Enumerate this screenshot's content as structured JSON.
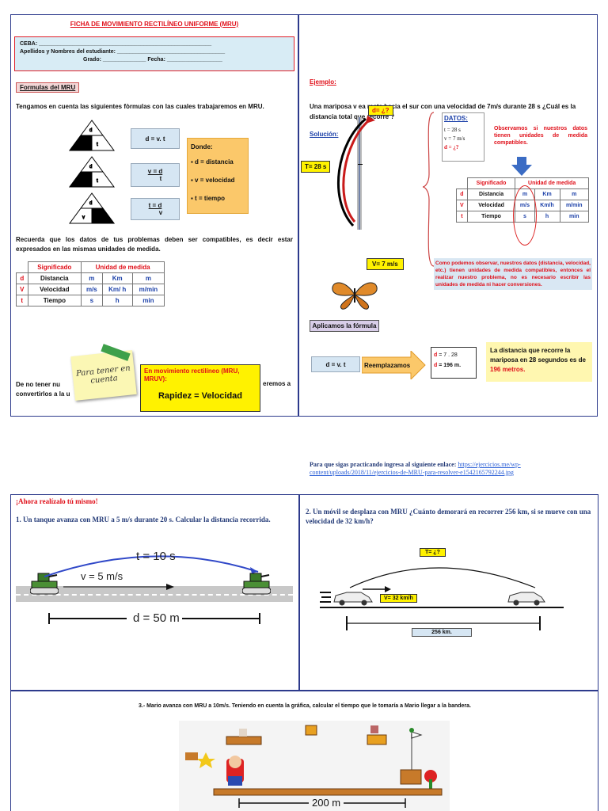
{
  "header": {
    "title": "FICHA DE MOVIMIENTO RECTILÍNEO UNIFORME (MRU)"
  },
  "student_box": {
    "ceba": "CEBA: ________________________________________________________",
    "names": "Apellidos y Nombres del estudiante: ___________________________________",
    "grade_date": "Grado: ______________ Fecha: __________________"
  },
  "formulas": {
    "heading": "Formulas del MRU",
    "intro": "Tengamos en cuenta las siguientes fòrmulas con las cuales trabajaremos en MRU.",
    "f1": "d = v. t",
    "f2_top": "v = d",
    "f2_bottom": "t",
    "f3_top": "t = d",
    "f3_bottom": "v",
    "donde": "Donde:",
    "legend": [
      "▪ d = distancia",
      "▪ v = velocidad",
      "▪ t = tiempo"
    ],
    "tri_top": "d",
    "tri_left": "v",
    "tri_right": "t"
  },
  "units": {
    "remark": "Recuerda que los datos de tus problemas deben ser compatibles, es decir estar expresados en las mismas unidades de medida.",
    "head": [
      "Significado",
      "Unidad de medida"
    ],
    "rows": [
      {
        "sym": "d",
        "name": "Distancia",
        "u": [
          "m",
          "Km",
          "m"
        ]
      },
      {
        "sym": "V",
        "name": "Velocidad",
        "u": [
          "m/s",
          "Km/ h",
          "m/min"
        ]
      },
      {
        "sym": "t",
        "name": "Tiempo",
        "u": [
          "s",
          "h",
          "min"
        ]
      }
    ]
  },
  "note": {
    "sticky": "Para tener en cuenta",
    "text_left": "De no tener nu",
    "text_left2": "convertirlos a la u",
    "text_right": "eremos a",
    "yellow_red": "En movimiento rectilíneo (MRU, MRUV):",
    "yellow_black": "Rapidez = Velocidad"
  },
  "example": {
    "heading": "Ejemplo:",
    "text": "Una mariposa v                 ea recta hacia el sur con una velocidad de 7m/s durante 28 s ¿Cuál es la distancia total que recorre                ?",
    "d_label": "d= ¿?",
    "solucion": "Solución:",
    "t_label": "T= 28 s",
    "v_label": "V= 7 m/s",
    "datos_title": "DATOS:",
    "datos": [
      "t = 28 s",
      "v = 7 m/s"
    ],
    "datos_q": "d = ¿?",
    "observe": "Observamos si nuestros datos tienen unidades de medida compatibles.",
    "table_head": [
      "Significado",
      "Unidad de medida"
    ],
    "table_rows": [
      {
        "sym": "d",
        "name": "Distancia",
        "u": [
          "m",
          "Km",
          "m"
        ]
      },
      {
        "sym": "V",
        "name": "Velocidad",
        "u": [
          "m/s",
          "Km/h",
          "m/min"
        ]
      },
      {
        "sym": "t",
        "name": "Tiempo",
        "u": [
          "s",
          "h",
          "min"
        ]
      }
    ],
    "conclusion": "Como podemos observar, nuestros datos (distancia, velocidad, etc.) tienen unidades de medida compatibles, entonces el realizar nuestro problema, no es necesario escribir las unidades de medida ni hacer conversiones.",
    "aplicamos": "Aplicamos la fórmula",
    "formula": "d = v. t",
    "reemplazamos": "Reemplazamos",
    "calc1": "= 7 . 28",
    "calc2": "= 196 m.",
    "result_a": "La distancia que recorre la mariposa en 28 segundos es de ",
    "result_b": "196 metros."
  },
  "practice": {
    "link_intro": "Para que sigas practicando ingresa al siguiente enlace: ",
    "link_line1": "https://ejercicios.me/wp-",
    "link_line2": "content/uploads/2018/11/ejercicios-de-MRU-para-resolver-e1542165792244.jpg",
    "heading": "¡Ahora realízalo tú mismo!",
    "q1": "1. Un tanque avanza con MRU a 5 m/s durante 20 s. Calcular la distancia recorrida.",
    "q1_t": "t = 10 s",
    "q1_v": "v = 5 m/s",
    "q1_d": "d = 50 m",
    "q2": "2. Un móvil se desplaza con MRU ¿Cuánto demorará en recorrer 256 km, si se mueve con una velocidad de 32 km/h?",
    "q2_t": "T= ¿?",
    "q2_v": "V= 32 km/h",
    "q2_d": "256 km.",
    "q3": "3.- Mario avanza con MRU a 10m/s. Teniendo en cuenta la gráfica, calcular el tiempo que le tomaría a Mario llegar a la bandera.",
    "q3_d": "200 m"
  }
}
